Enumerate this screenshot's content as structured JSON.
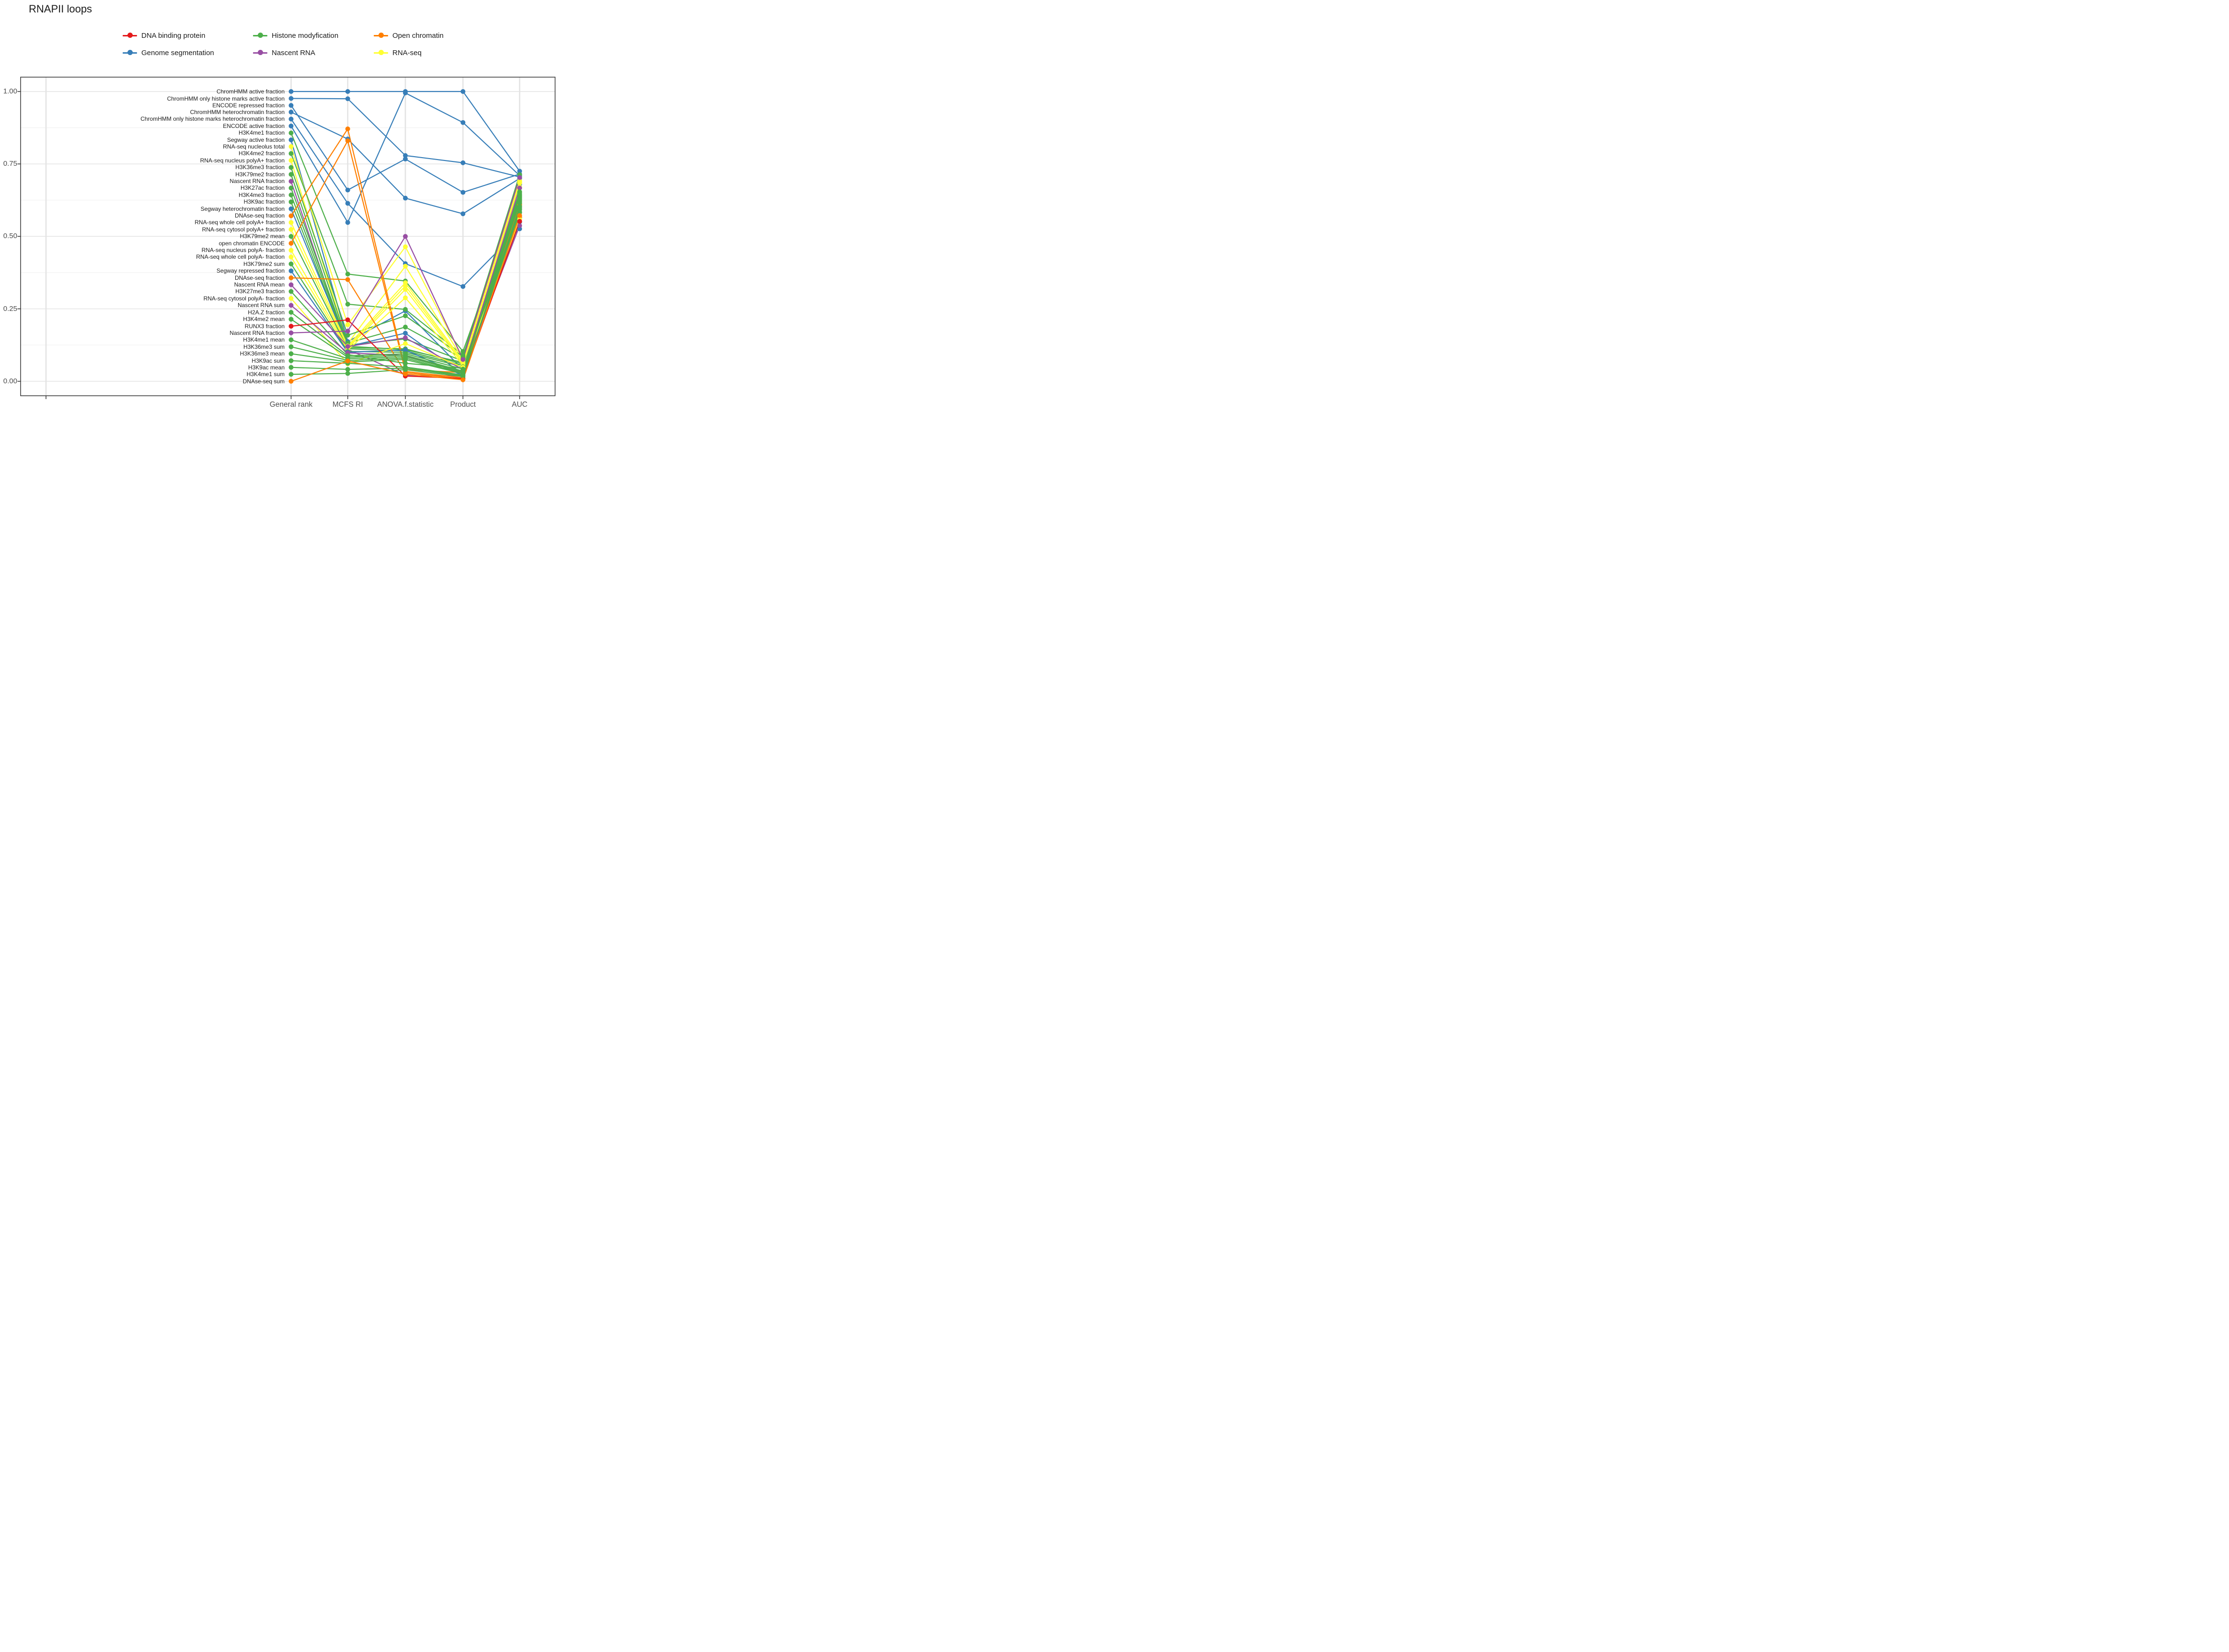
{
  "title": "RNAPII loops",
  "chart_data": {
    "type": "line",
    "subtype": "parallel-coordinates-rank-plot",
    "title": "RNAPII loops",
    "axes": [
      "General rank",
      "MCFS RI",
      "ANOVA.f.statistic",
      "Product",
      "AUC"
    ],
    "ylim": [
      0,
      1
    ],
    "grid": "major 0.25 and minor 0.125 horizontal gridlines; light vertical gridline per axis; white panel with dark border",
    "legend_position": "top",
    "y_ticks": [
      {
        "label": "1.00",
        "value": 1.0
      },
      {
        "label": "0.75",
        "value": 0.75
      },
      {
        "label": "0.50",
        "value": 0.5
      },
      {
        "label": "0.25",
        "value": 0.25
      },
      {
        "label": "0.00",
        "value": 0.0
      }
    ],
    "colors": {
      "DNA binding protein": "#E41A1C",
      "Genome segmentation": "#377EB8",
      "Histone modyfication": "#4DAF4A",
      "Nascent RNA": "#984EA3",
      "Open chromatin": "#FF7F00",
      "RNA-seq": "#FFFF33"
    },
    "legend_order": [
      [
        "DNA binding protein",
        "Histone modyfication",
        "Open chromatin"
      ],
      [
        "Genome segmentation",
        "Nascent RNA",
        "RNA-seq"
      ]
    ],
    "series": [
      {
        "name": "ChromHMM active fraction",
        "category": "Genome segmentation",
        "values": [
          1.0,
          1.0,
          1.0,
          1.0,
          0.725
        ]
      },
      {
        "name": "ChromHMM only histone marks active fraction",
        "category": "Genome segmentation",
        "values": [
          0.976,
          0.975,
          0.779,
          0.754,
          0.705
        ]
      },
      {
        "name": "ENCODE repressed fraction",
        "category": "Genome segmentation",
        "values": [
          0.952,
          0.66,
          0.767,
          0.652,
          0.715
        ]
      },
      {
        "name": "ChromHMM heterochromatin fraction",
        "category": "Genome segmentation",
        "values": [
          0.929,
          0.836,
          0.632,
          0.578,
          0.7
        ]
      },
      {
        "name": "ChromHMM only histone marks heterochromatin fraction",
        "category": "Genome segmentation",
        "values": [
          0.905,
          0.614,
          0.406,
          0.327,
          0.526
        ]
      },
      {
        "name": "ENCODE active fraction",
        "category": "Genome segmentation",
        "values": [
          0.881,
          0.548,
          0.995,
          0.893,
          0.71
        ]
      },
      {
        "name": "H3K4me1 fraction",
        "category": "Histone modyfication",
        "values": [
          0.857,
          0.37,
          0.346,
          0.103,
          0.65
        ]
      },
      {
        "name": "Segway active fraction",
        "category": "Genome segmentation",
        "values": [
          0.833,
          0.137,
          0.243,
          0.04,
          0.68
        ]
      },
      {
        "name": "RNA-seq nucleolus total",
        "category": "RNA-seq",
        "values": [
          0.81,
          0.195,
          0.464,
          0.08,
          0.69
        ]
      },
      {
        "name": "H3K4me2 fraction",
        "category": "Histone modyfication",
        "values": [
          0.786,
          0.266,
          0.248,
          0.09,
          0.639
        ]
      },
      {
        "name": "RNA-seq nucleus polyA+ fraction",
        "category": "RNA-seq",
        "values": [
          0.762,
          0.13,
          0.397,
          0.075,
          0.686
        ]
      },
      {
        "name": "H3K36me3 fraction",
        "category": "Histone modyfication",
        "values": [
          0.738,
          0.159,
          0.226,
          0.085,
          0.713
        ]
      },
      {
        "name": "H3K79me2 fraction",
        "category": "Histone modyfication",
        "values": [
          0.714,
          0.132,
          0.187,
          0.078,
          0.629
        ]
      },
      {
        "name": "Nascent RNA fraction",
        "category": "Nascent RNA",
        "values": [
          0.69,
          0.11,
          0.021,
          0.018,
          0.6
        ]
      },
      {
        "name": "H3K27ac fraction",
        "category": "Histone modyfication",
        "values": [
          0.667,
          0.125,
          0.146,
          0.07,
          0.645
        ]
      },
      {
        "name": "H3K4me3 fraction",
        "category": "Histone modyfication",
        "values": [
          0.643,
          0.121,
          0.109,
          0.065,
          0.633
        ]
      },
      {
        "name": "H3K9ac fraction",
        "category": "Histone modyfication",
        "values": [
          0.619,
          0.116,
          0.112,
          0.06,
          0.62
        ]
      },
      {
        "name": "Segway heterochromatin fraction",
        "category": "Genome segmentation",
        "values": [
          0.595,
          0.12,
          0.166,
          0.025,
          0.565
        ]
      },
      {
        "name": "DNAse-seq fraction",
        "category": "Open chromatin",
        "values": [
          0.571,
          0.871,
          0.04,
          0.03,
          0.609
        ]
      },
      {
        "name": "RNA-seq whole cell polyA+ fraction",
        "category": "RNA-seq",
        "values": [
          0.548,
          0.122,
          0.34,
          0.07,
          0.692
        ]
      },
      {
        "name": "RNA-seq cytosol polyA+ fraction",
        "category": "RNA-seq",
        "values": [
          0.524,
          0.117,
          0.329,
          0.065,
          0.684
        ]
      },
      {
        "name": "H3K79me2 mean",
        "category": "Histone modyfication",
        "values": [
          0.5,
          0.112,
          0.105,
          0.055,
          0.584
        ]
      },
      {
        "name": "open chromatin ENCODE",
        "category": "Open chromatin",
        "values": [
          0.476,
          0.83,
          0.034,
          0.012,
          0.567
        ]
      },
      {
        "name": "RNA-seq nucleus polyA- fraction",
        "category": "RNA-seq",
        "values": [
          0.452,
          0.113,
          0.317,
          0.06,
          0.688
        ]
      },
      {
        "name": "RNA-seq whole cell polyA- fraction",
        "category": "RNA-seq",
        "values": [
          0.429,
          0.108,
          0.288,
          0.055,
          0.67
        ]
      },
      {
        "name": "H3K79me2 sum",
        "category": "Histone modyfication",
        "values": [
          0.405,
          0.103,
          0.1,
          0.05,
          0.605
        ]
      },
      {
        "name": "Segway repressed fraction",
        "category": "Genome segmentation",
        "values": [
          0.381,
          0.1,
          0.108,
          0.02,
          0.55
        ]
      },
      {
        "name": "DNAse-seq fraction",
        "category": "Open chromatin",
        "values": [
          0.357,
          0.351,
          0.03,
          0.008,
          0.612
        ]
      },
      {
        "name": "Nascent RNA mean",
        "category": "Nascent RNA",
        "values": [
          0.333,
          0.12,
          0.15,
          0.04,
          0.667
        ]
      },
      {
        "name": "H3K27me3 fraction",
        "category": "Histone modyfication",
        "values": [
          0.31,
          0.092,
          0.062,
          0.045,
          0.595
        ]
      },
      {
        "name": "RNA-seq cytosol polyA- fraction",
        "category": "RNA-seq",
        "values": [
          0.286,
          0.06,
          0.13,
          0.048,
          0.559
        ]
      },
      {
        "name": "Nascent RNA sum",
        "category": "Nascent RNA",
        "values": [
          0.262,
          0.098,
          0.089,
          0.03,
          0.537
        ]
      },
      {
        "name": "H2A.Z fraction",
        "category": "Histone modyfication",
        "values": [
          0.238,
          0.088,
          0.095,
          0.042,
          0.615
        ]
      },
      {
        "name": "H3K4me2 mean",
        "category": "Histone modyfication",
        "values": [
          0.214,
          0.083,
          0.09,
          0.035,
          0.625
        ]
      },
      {
        "name": "RUNX3 fraction",
        "category": "DNA binding protein",
        "values": [
          0.19,
          0.212,
          0.018,
          0.01,
          0.552
        ]
      },
      {
        "name": "Nascent RNA fraction",
        "category": "Nascent RNA",
        "values": [
          0.167,
          0.173,
          0.5,
          0.075,
          0.703
        ]
      },
      {
        "name": "H3K4me1 mean",
        "category": "Histone modyfication",
        "values": [
          0.143,
          0.078,
          0.085,
          0.032,
          0.636
        ]
      },
      {
        "name": "H3K36me3 sum",
        "category": "Histone modyfication",
        "values": [
          0.119,
          0.072,
          0.08,
          0.028,
          0.642
        ]
      },
      {
        "name": "H3K36me3 mean",
        "category": "Histone modyfication",
        "values": [
          0.095,
          0.067,
          0.075,
          0.026,
          0.654
        ]
      },
      {
        "name": "H3K9ac sum",
        "category": "Histone modyfication",
        "values": [
          0.071,
          0.062,
          0.049,
          0.022,
          0.582
        ]
      },
      {
        "name": "H3K9ac mean",
        "category": "Histone modyfication",
        "values": [
          0.048,
          0.041,
          0.045,
          0.019,
          0.592
        ]
      },
      {
        "name": "H3K4me1 sum",
        "category": "Histone modyfication",
        "values": [
          0.024,
          0.027,
          0.04,
          0.016,
          0.602
        ]
      },
      {
        "name": "DNAse-seq sum",
        "category": "Open chromatin",
        "values": [
          0.0,
          0.07,
          0.025,
          0.005,
          0.572
        ]
      }
    ]
  }
}
